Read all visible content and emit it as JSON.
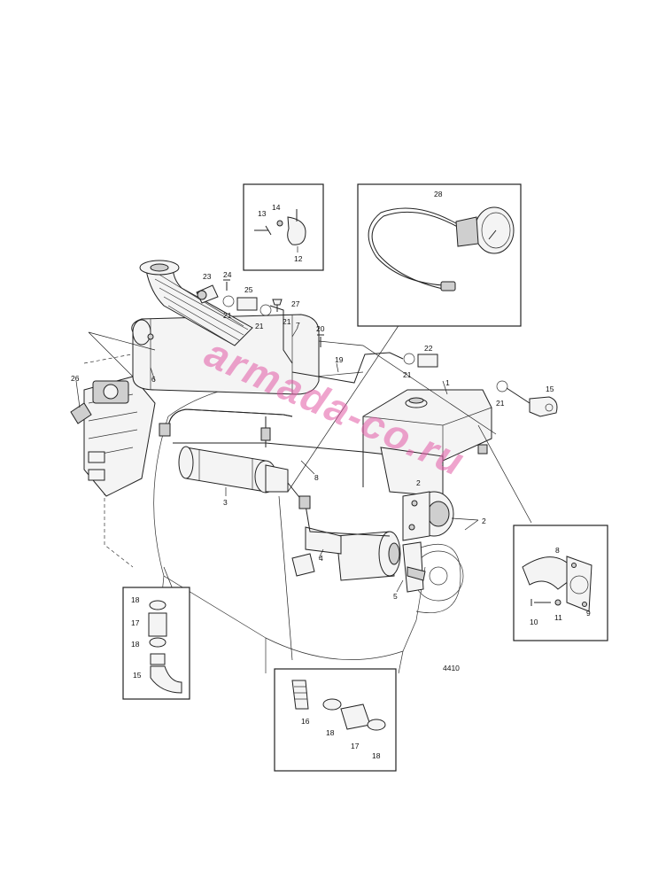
{
  "drawing_number": "4410",
  "watermark": "armada-co.ru",
  "labels": {
    "l1": "1",
    "l2a": "2",
    "l2b": "2",
    "l3": "3",
    "l4": "4",
    "l5": "5",
    "l6": "6",
    "l7": "7",
    "l8a": "8",
    "l8b": "8",
    "l9": "9",
    "l10": "10",
    "l11": "11",
    "l12": "12",
    "l13": "13",
    "l14": "14",
    "l15a": "15",
    "l15b": "15",
    "l16": "16",
    "l17a": "17",
    "l17b": "17",
    "l18a": "18",
    "l18b": "18",
    "l18c": "18",
    "l18d": "18",
    "l19": "19",
    "l20": "20",
    "l21a": "21",
    "l21b": "21",
    "l21c": "21",
    "l21d": "21",
    "l21e": "21",
    "l22": "22",
    "l23": "23",
    "l24": "24",
    "l25": "25",
    "l26": "26",
    "l27": "27",
    "l28": "28"
  }
}
